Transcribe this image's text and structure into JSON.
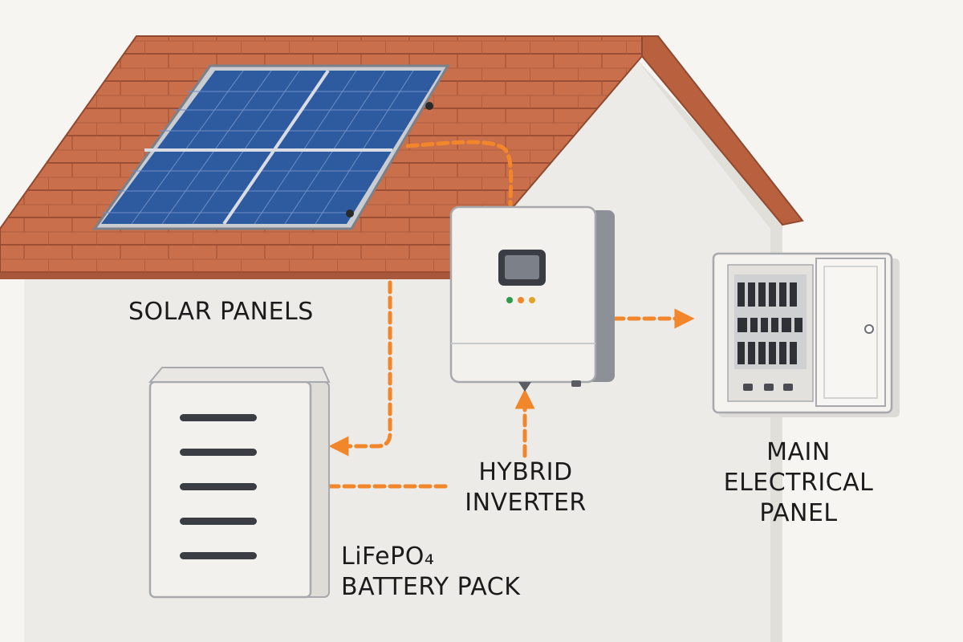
{
  "labels": {
    "solar_panels": "SOLAR PANELS",
    "hybrid_inverter": [
      "HYBRID",
      "INVERTER"
    ],
    "main_panel": [
      "MAIN",
      "ELECTRICAL",
      "PANEL"
    ],
    "battery_pack": [
      "LiFePO₄",
      "BATTERY PACK"
    ]
  },
  "colors": {
    "roof": "#c96f4c",
    "solar_panel": "#2e5aa0",
    "cable": "#f2862a",
    "house_wall": "#ecebe7",
    "device_body": "#f2f1ee"
  },
  "icons": {
    "flow_arrow": "arrow-icon",
    "inverter_display": "display-icon",
    "panel_lock": "lock-icon"
  }
}
